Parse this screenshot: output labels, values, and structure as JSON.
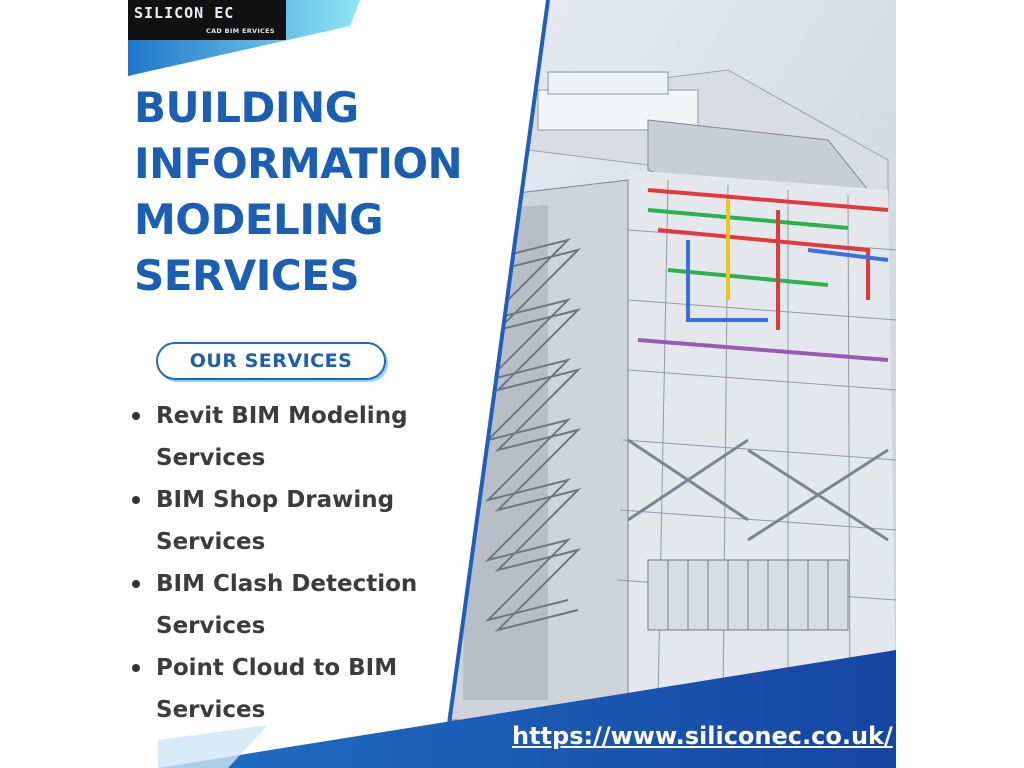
{
  "brand": {
    "name": "SILICON EC",
    "tagline": "CAD BIM ERVICES"
  },
  "headline": {
    "lines": [
      "BUILDING",
      "INFORMATION",
      "MODELING",
      "SERVICES"
    ]
  },
  "services": {
    "heading": "OUR SERVICES",
    "items": [
      {
        "line1": "Revit BIM Modeling",
        "line2": "Services"
      },
      {
        "line1": "BIM Shop Drawing",
        "line2": "Services"
      },
      {
        "line1": "BIM Clash Detection",
        "line2": "Services"
      },
      {
        "line1": "Point Cloud to BIM",
        "line2": "Services"
      }
    ]
  },
  "footer": {
    "url": "https://www.siliconec.co.uk/"
  },
  "colors": {
    "brand_blue": "#1b5fb5",
    "accent_cyan": "#8ed3ec",
    "body_text": "#3c3c3c"
  }
}
